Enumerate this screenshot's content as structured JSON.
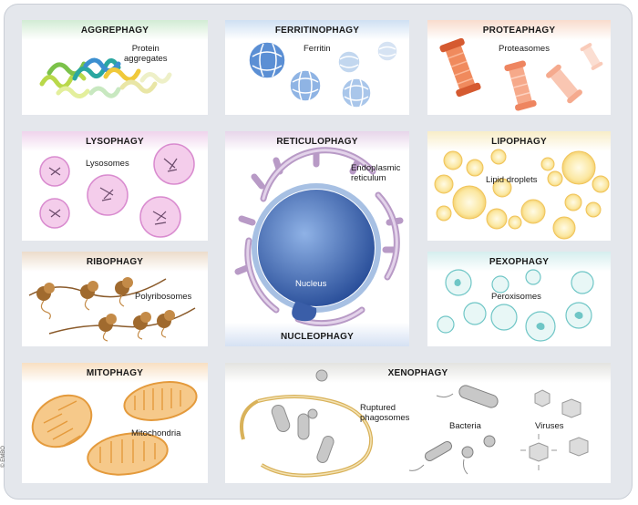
{
  "copyright": "© EMBO",
  "panels": {
    "aggrephagy": {
      "title": "AGGREPHAGY",
      "label": "Protein\naggregates",
      "head_color": "#d2ecd4"
    },
    "ferritinophagy": {
      "title": "FERRITINOPHAGY",
      "label": "Ferritin",
      "head_color": "#cfe0f3"
    },
    "proteaphagy": {
      "title": "PROTEAPHAGY",
      "label": "Proteasomes",
      "head_color": "#f9dccd"
    },
    "lysophagy": {
      "title": "LYSOPHAGY",
      "label": "Lysosomes",
      "head_color": "#efd3ec"
    },
    "reticulophagy": {
      "title": "RETICULOPHAGY",
      "label": "Endoplasmic\nreticulum",
      "head_color": "#e7d5ea"
    },
    "nucleophagy": {
      "title": "NUCLEOPHAGY",
      "label": "Nucleus",
      "head_color": "#d5e1f3"
    },
    "lipophagy": {
      "title": "LIPOPHAGY",
      "label": "Lipid droplets",
      "head_color": "#f8edc8"
    },
    "ribophagy": {
      "title": "RIBOPHAGY",
      "label": "Polyribosomes",
      "head_color": "#ecdccb"
    },
    "pexophagy": {
      "title": "PEXOPHAGY",
      "label": "Peroxisomes",
      "head_color": "#d5eeee"
    },
    "mitophagy": {
      "title": "MITOPHAGY",
      "label": "Mitochondria",
      "head_color": "#f8dfc2"
    },
    "xenophagy": {
      "title": "XENOPHAGY",
      "head_color": "#e3e3e0",
      "label_phagosomes": "Ruptured\nphagosomes",
      "label_bacteria": "Bacteria",
      "label_viruses": "Viruses"
    }
  }
}
